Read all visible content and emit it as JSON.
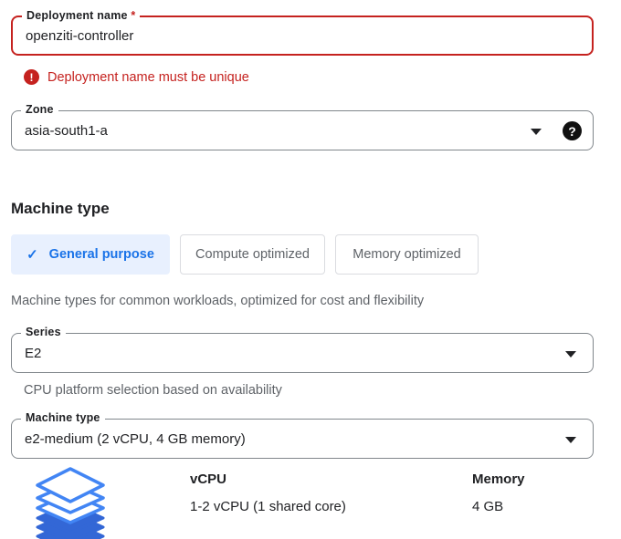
{
  "colors": {
    "error_red": "#c5221f",
    "accent_blue": "#1a73e8",
    "selected_tab_bg": "#e8f0fe",
    "muted_text": "#5f6368",
    "icon_outline_blue": "#4285f4",
    "icon_fill_blue": "#3367d6"
  },
  "deployment": {
    "label": "Deployment name",
    "required_marker": "*",
    "value": "openziti-controller",
    "error_message": "Deployment name must be unique",
    "error_icon_glyph": "!"
  },
  "zone": {
    "label": "Zone",
    "value": "asia-south1-a",
    "help_glyph": "?"
  },
  "machine_section": {
    "heading": "Machine type",
    "tabs": [
      {
        "label": "General purpose",
        "selected": true,
        "check_glyph": "✓"
      },
      {
        "label": "Compute optimized",
        "selected": false
      },
      {
        "label": "Memory optimized",
        "selected": false
      }
    ],
    "description": "Machine types for common workloads, optimized for cost and flexibility",
    "series": {
      "label": "Series",
      "value": "E2",
      "helper": "CPU platform selection based on availability"
    },
    "machine_type": {
      "label": "Machine type",
      "value": "e2-medium (2 vCPU, 4 GB memory)"
    },
    "specs": {
      "vcpu_label": "vCPU",
      "vcpu_value": "1-2 vCPU (1 shared core)",
      "memory_label": "Memory",
      "memory_value": "4 GB"
    }
  }
}
